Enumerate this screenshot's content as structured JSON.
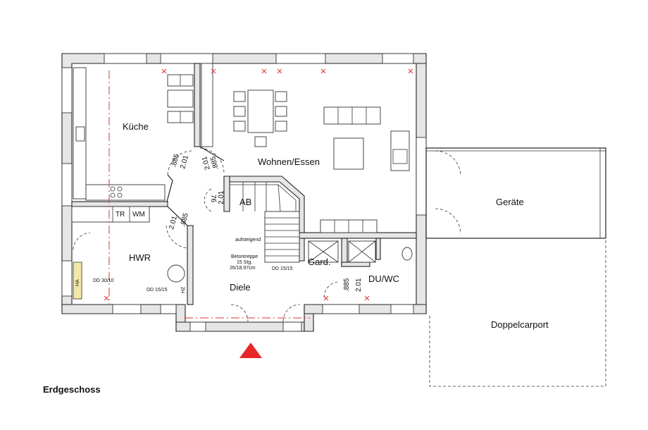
{
  "caption": "Erdgeschoss",
  "rooms": {
    "kueche": "Küche",
    "wohnen": "Wohnen/Essen",
    "hwr": "HWR",
    "diele": "Diele",
    "gard": "Gard.",
    "duwc": "DU/WC",
    "ab": "AB",
    "tr": "TR",
    "wm": "WM",
    "hz": "HZ",
    "ha": "HA",
    "geraete": "Geräte",
    "carport": "Doppelcarport"
  },
  "annotations": {
    "dd_hwr": "DD 30/10",
    "dd_hz": "DD 15/15",
    "dd_gard": "DD 15/15",
    "aufsteigend": "aufsteigend",
    "treppe_1": "Betontreppe",
    "treppe_2": "15 Stg.",
    "treppe_3": "26/18.97cm"
  },
  "dimensions": {
    "d885_a": ".885",
    "d201_a": "2.01",
    "d885_b": ".885",
    "d201_b": "2.01",
    "d885_c": ".885",
    "d201_c": "2.01",
    "d76": "76",
    "d201_d": "2.01",
    "d885_d": ".885",
    "d201_e": "2.01"
  },
  "colors": {
    "entrance_arrow": "#e8262a",
    "axis_lines": "#dd3333"
  }
}
